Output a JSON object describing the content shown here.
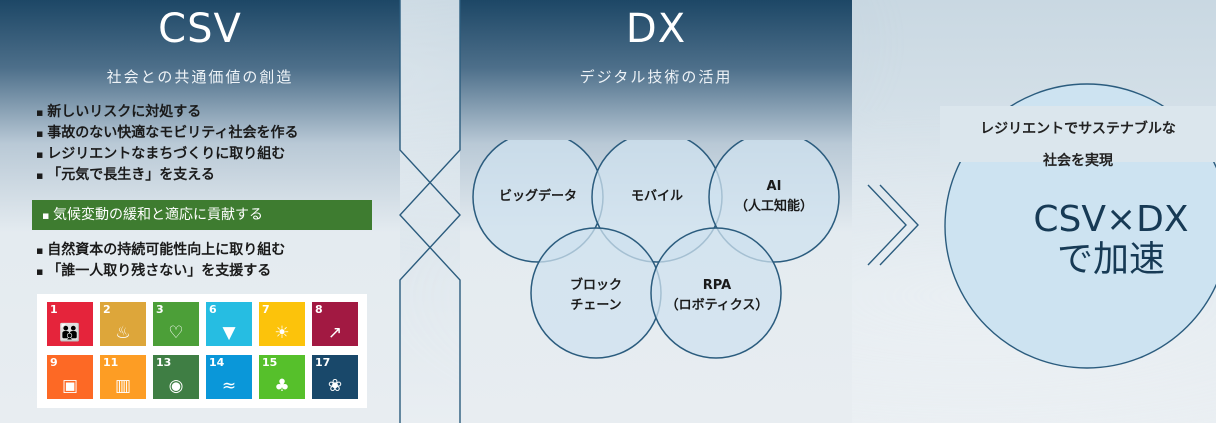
{
  "csv": {
    "title": "CSV",
    "subtitle": "社会との共通価値の創造",
    "bullets_top": [
      "新しいリスクに対処する",
      "事故のない快適なモビリティ社会を作る",
      "レジリエントなまちづくりに取り組む",
      "「元気で長生き」を支える"
    ],
    "highlight": "気候変動の緩和と適応に貢献する",
    "bullets_bottom": [
      "自然資本の持続可能性向上に取り組む",
      "「誰一人取り残さない」を支援する"
    ],
    "sdgs": [
      {
        "num": "1",
        "color": "#e5243b",
        "icon": "people-icon",
        "glyph": "👪"
      },
      {
        "num": "2",
        "color": "#dda63a",
        "icon": "bowl-icon",
        "glyph": "♨"
      },
      {
        "num": "3",
        "color": "#4c9f38",
        "icon": "heartbeat-icon",
        "glyph": "♡"
      },
      {
        "num": "6",
        "color": "#26bde2",
        "icon": "water-icon",
        "glyph": "▼"
      },
      {
        "num": "7",
        "color": "#fcc30b",
        "icon": "sun-icon",
        "glyph": "☀"
      },
      {
        "num": "8",
        "color": "#a21942",
        "icon": "growth-chart-icon",
        "glyph": "↗"
      },
      {
        "num": "9",
        "color": "#fd6925",
        "icon": "cubes-icon",
        "glyph": "▣"
      },
      {
        "num": "11",
        "color": "#fd9d24",
        "icon": "city-icon",
        "glyph": "▥"
      },
      {
        "num": "13",
        "color": "#3f7e44",
        "icon": "eye-icon",
        "glyph": "◉"
      },
      {
        "num": "14",
        "color": "#0a97d9",
        "icon": "fish-icon",
        "glyph": "≈"
      },
      {
        "num": "15",
        "color": "#56c02b",
        "icon": "tree-icon",
        "glyph": "♣"
      },
      {
        "num": "17",
        "color": "#19486a",
        "icon": "flower-icon",
        "glyph": "❀"
      }
    ]
  },
  "dx": {
    "title": "DX",
    "subtitle": "デジタル技術の活用",
    "circles": {
      "bigdata": "ビッグデータ",
      "mobile": "モバイル",
      "ai_1": "AI",
      "ai_2": "（人工知能）",
      "block_1": "ブロック",
      "block_2": "チェーン",
      "rpa_1": "RPA",
      "rpa_2": "（ロボティクス）"
    }
  },
  "goal": {
    "line1": "レジリエントでサステナブルな",
    "line2": "社会を実現",
    "big1": "CSV×DX",
    "big2": "で加速"
  },
  "colors": {
    "panel_dark": "#1d4766",
    "circle_fill": "#cfe2ef",
    "circle_stroke": "#2b5c7e",
    "highlight_green": "#3e7c30",
    "goal_fill": "#cde3f1"
  }
}
